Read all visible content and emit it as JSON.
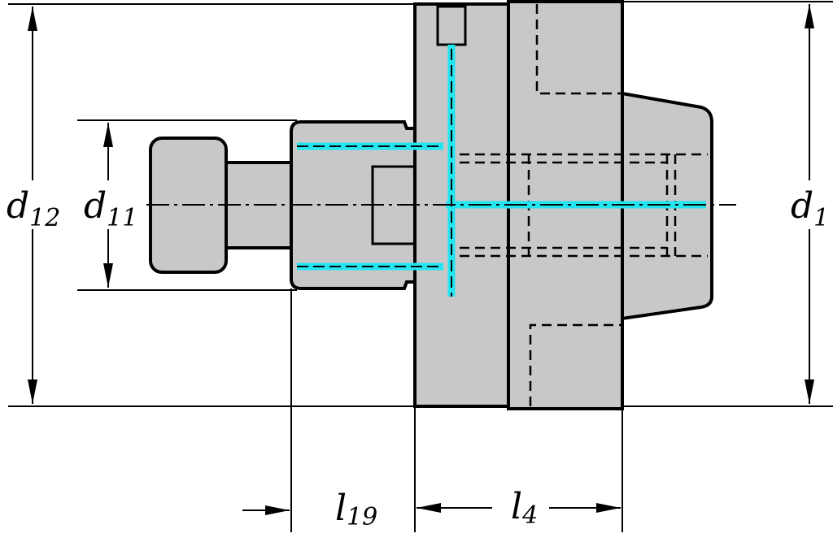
{
  "labels": {
    "d12": {
      "main": "d",
      "sub": "12"
    },
    "d11": {
      "main": "d",
      "sub": "11"
    },
    "d1": {
      "main": "d",
      "sub": "1"
    },
    "l19": {
      "main": "l",
      "sub": "19"
    },
    "l4": {
      "main": "l",
      "sub": "4"
    }
  },
  "colors": {
    "body": "#c8c8c8",
    "coolant": "#22e5f2",
    "line": "#000000"
  }
}
